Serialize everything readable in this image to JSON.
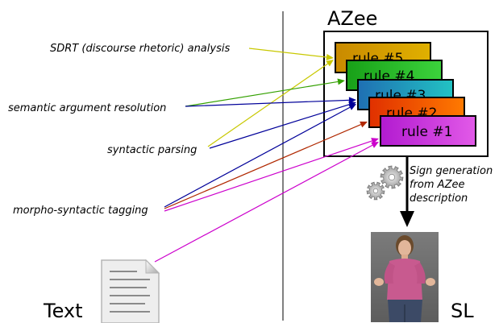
{
  "title": "AZee",
  "rules": [
    {
      "label": "rule #5",
      "color_a": "#c98a00",
      "color_b": "#e0b000"
    },
    {
      "label": "rule #4",
      "color_a": "#18a018",
      "color_b": "#3cd33c"
    },
    {
      "label": "rule #3",
      "color_a": "#1f6fb3",
      "color_b": "#22c3c3"
    },
    {
      "label": "rule #2",
      "color_a": "#e03000",
      "color_b": "#ff7a00"
    },
    {
      "label": "rule #1",
      "color_a": "#b21bd0",
      "color_b": "#e25ae8"
    }
  ],
  "analysis_labels": {
    "sdrt": "SDRT (discourse rhetoric) analysis",
    "semantic": "semantic argument resolution",
    "syntactic": "syntactic parsing",
    "morpho": "morpho-syntactic tagging"
  },
  "sign_generation": [
    "Sign generation",
    "from AZee",
    "description"
  ],
  "text_label": "Text",
  "sl_label": "SL",
  "icons": {
    "document": "document-icon",
    "gears": "gears-icon",
    "avatar": "signing-avatar"
  },
  "arrow_colors": {
    "sdrt": "#c8c800",
    "semantic": "#33a000",
    "semantic_blue": "#000099",
    "syntactic": "#000099",
    "morpho_blue": "#000099",
    "morpho_brown": "#b02800",
    "morpho_magenta": "#cc00cc",
    "text": "#cc00cc"
  }
}
